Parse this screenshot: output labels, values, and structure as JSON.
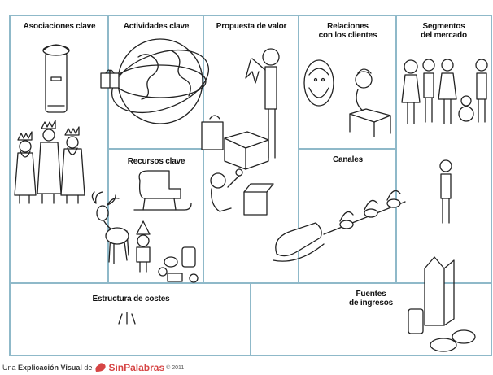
{
  "canvas": {
    "blocks": [
      {
        "id": "asociaciones",
        "title": "Asociaciones clave"
      },
      {
        "id": "actividades",
        "title": "Actividades clave"
      },
      {
        "id": "recursos",
        "title": "Recursos clave"
      },
      {
        "id": "propuesta",
        "title": "Propuesta de valor"
      },
      {
        "id": "relaciones",
        "title_lines": [
          "Relaciones",
          "con los clientes"
        ]
      },
      {
        "id": "canales",
        "title": "Canales"
      },
      {
        "id": "segmentos",
        "title_lines": [
          "Segmentos",
          "del mercado"
        ]
      },
      {
        "id": "costes",
        "title": "Estructura de costes"
      },
      {
        "id": "ingresos",
        "title_lines": [
          "Fuentes",
          "de ingresos"
        ]
      }
    ]
  },
  "footer": {
    "prefix": "Una",
    "bold_text": "Explicación Visual",
    "connector": "de",
    "brand": "SinPalabras",
    "suffix": "© 2011"
  },
  "colors": {
    "grid_border": "#8fb9c9",
    "line_art": "#222222",
    "brand": "#d64545"
  },
  "icons": [
    "mailbox-icon",
    "king-icon",
    "globe-icon",
    "gift-icon",
    "sleigh-icon",
    "reindeer-icon",
    "elf-icon",
    "boy-icon",
    "box-icon",
    "santa-portrait-icon",
    "santa-writing-icon",
    "children-icon",
    "flying-sleigh-icon",
    "milk-icon",
    "cookie-icon",
    "coin-drop-icon"
  ]
}
